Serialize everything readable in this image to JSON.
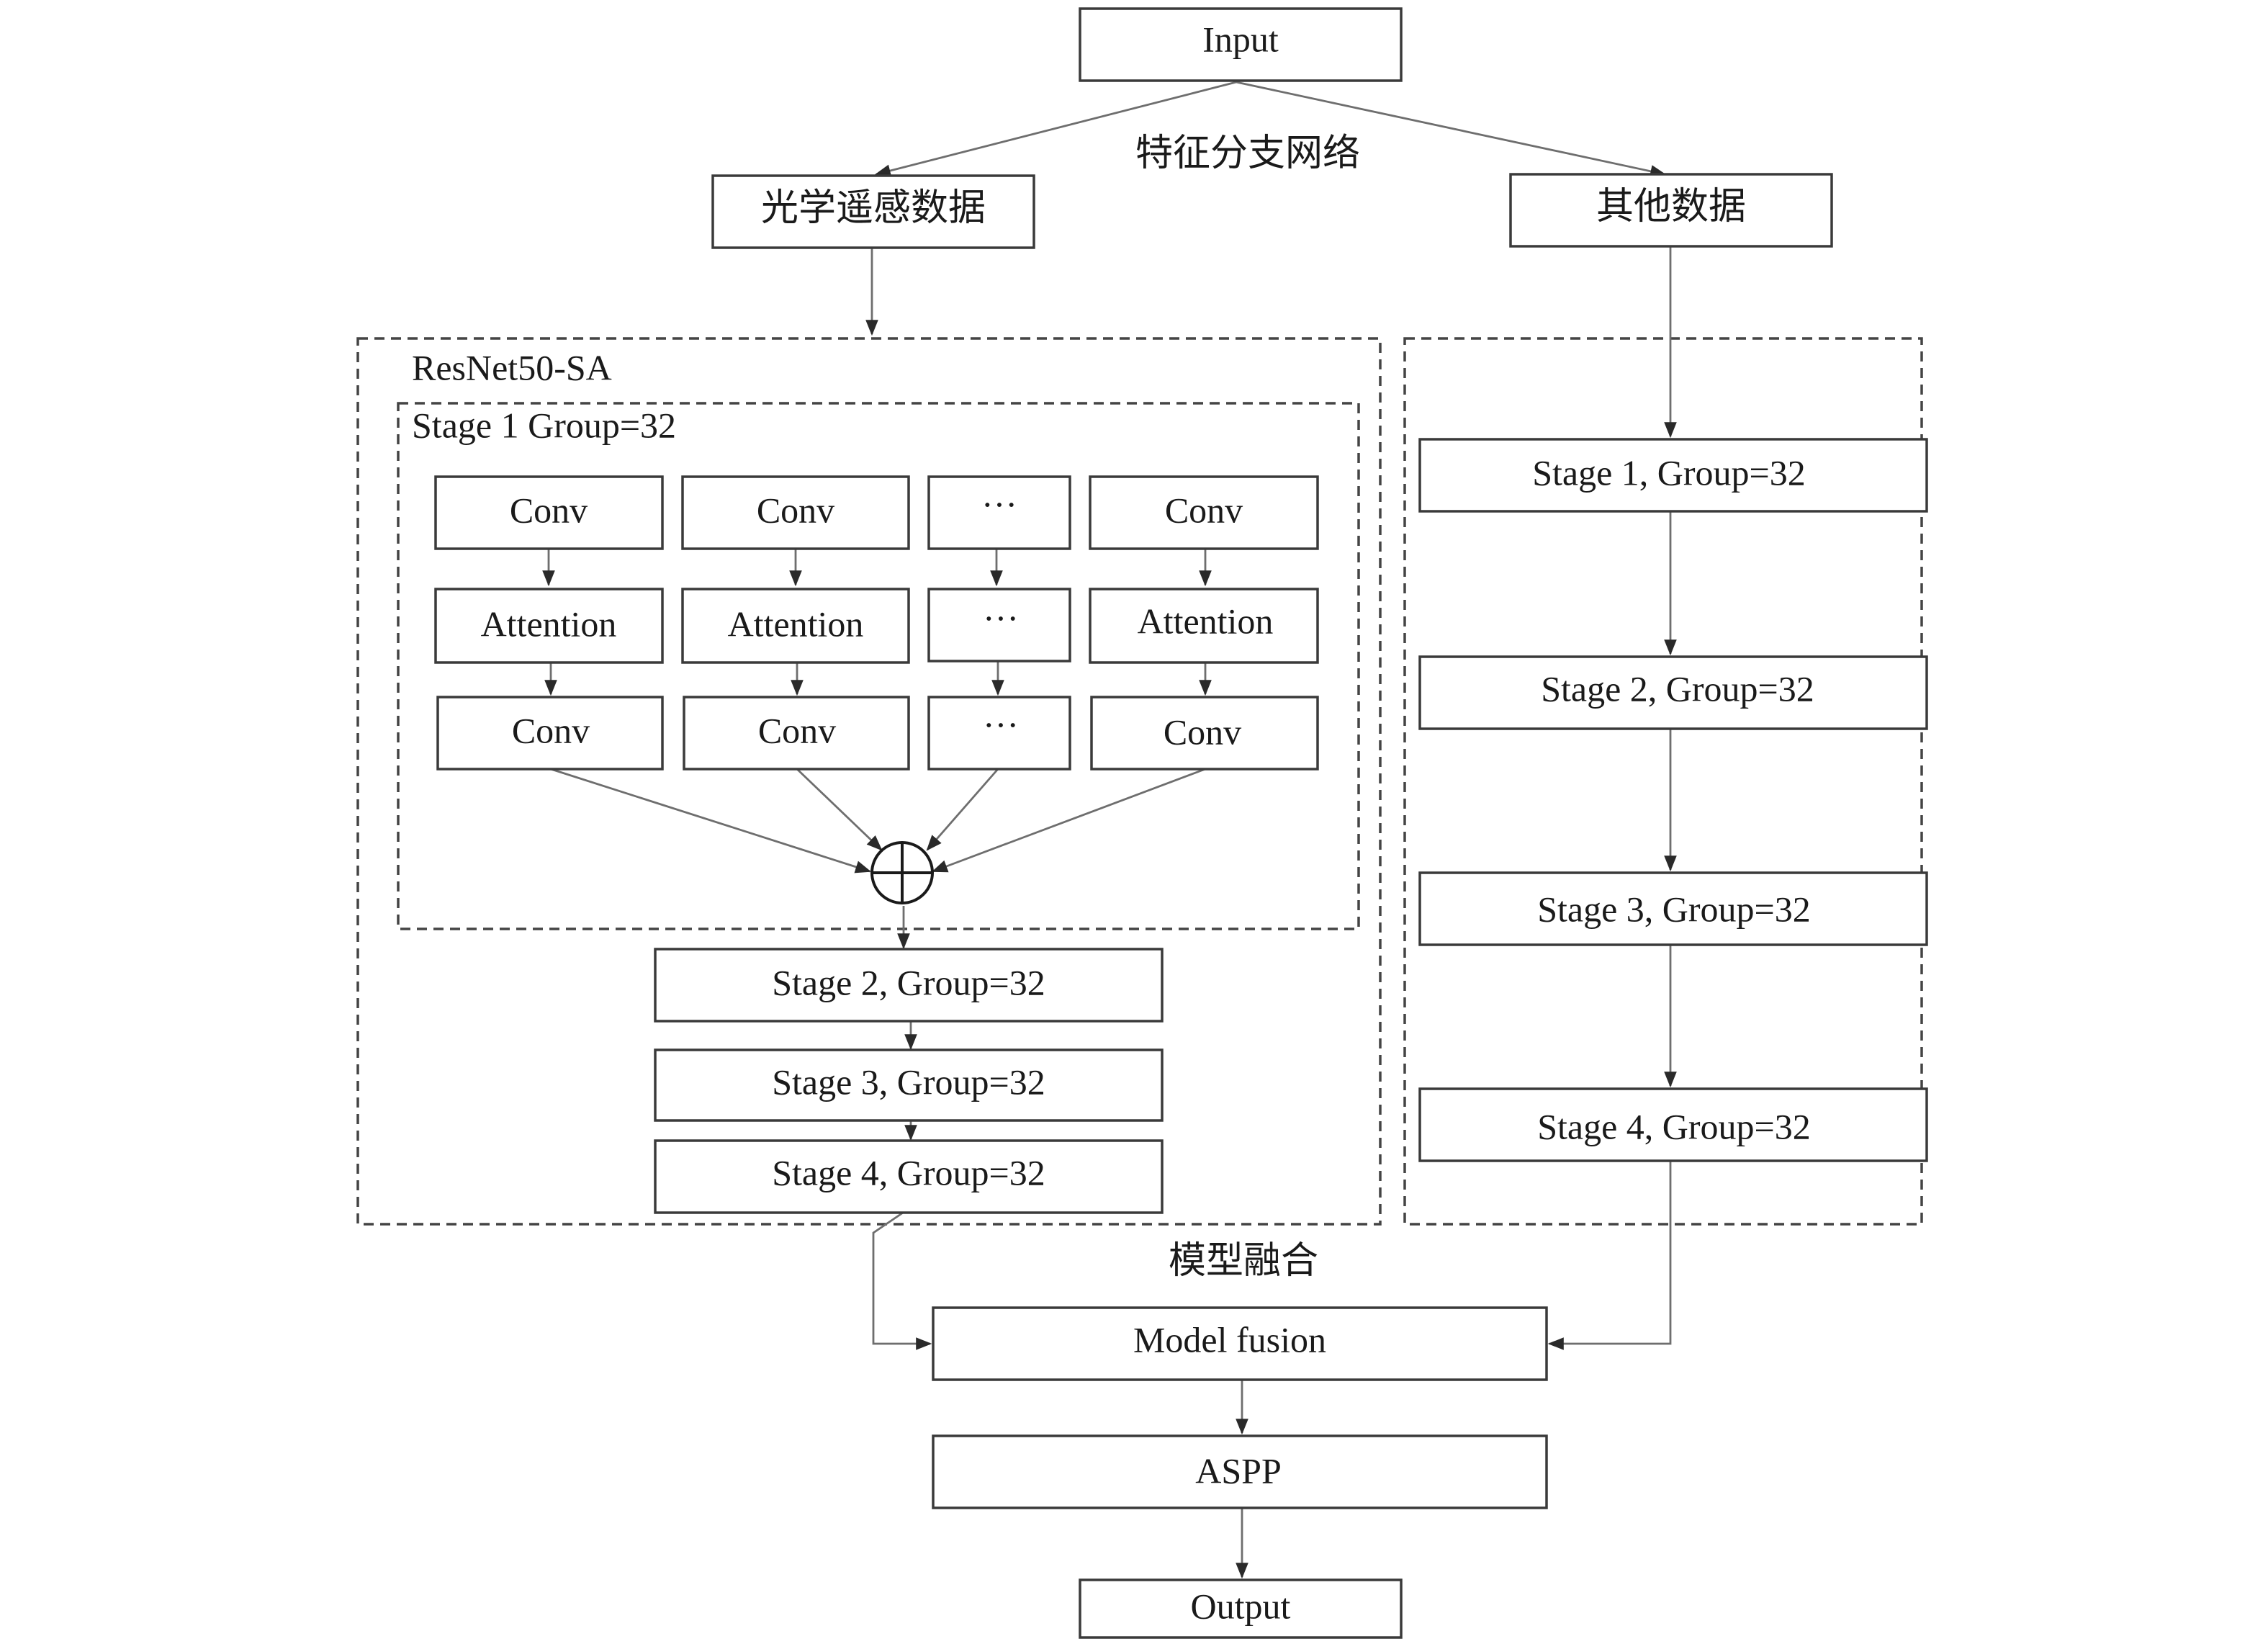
{
  "nodes": {
    "input": "Input",
    "optical": "光学遥感数据",
    "other": "其他数据",
    "b1_conv1": "Conv",
    "b2_conv1": "Conv",
    "b3_conv1": "···",
    "b4_conv1": "Conv",
    "b1_att": "Attention",
    "b2_att": "Attention",
    "b3_att": "···",
    "b4_att": "Attention",
    "b1_conv2": "Conv",
    "b2_conv2": "Conv",
    "b3_conv2": "···",
    "b4_conv2": "Conv",
    "l_stage2": "Stage 2, Group=32",
    "l_stage3": "Stage 3, Group=32",
    "l_stage4": "Stage 4, Group=32",
    "r_stage1": "Stage 1, Group=32",
    "r_stage2": "Stage 2, Group=32",
    "r_stage3": "Stage 3, Group=32",
    "r_stage4": "Stage 4, Group=32",
    "fusion": "Model fusion",
    "aspp": "ASPP",
    "output": "Output"
  },
  "captions": {
    "feature_branch": "特征分支网络",
    "resnet": "ResNet50-SA",
    "stage1_group": "Stage 1 Group=32",
    "model_fusion": "模型融合"
  },
  "edges": [
    {
      "from": "input",
      "to": "optical"
    },
    {
      "from": "input",
      "to": "other"
    },
    {
      "from": "optical",
      "to": "resnet50-sa"
    },
    {
      "from": "other",
      "to": "r_stage1"
    },
    {
      "from": "b1_conv1",
      "to": "b1_att"
    },
    {
      "from": "b2_conv1",
      "to": "b2_att"
    },
    {
      "from": "b3_conv1",
      "to": "b3_att"
    },
    {
      "from": "b4_conv1",
      "to": "b4_att"
    },
    {
      "from": "b1_att",
      "to": "b1_conv2"
    },
    {
      "from": "b2_att",
      "to": "b2_conv2"
    },
    {
      "from": "b3_att",
      "to": "b3_conv2"
    },
    {
      "from": "b4_att",
      "to": "b4_conv2"
    },
    {
      "from": "b1_conv2",
      "to": "sum"
    },
    {
      "from": "b2_conv2",
      "to": "sum"
    },
    {
      "from": "b3_conv2",
      "to": "sum"
    },
    {
      "from": "b4_conv2",
      "to": "sum"
    },
    {
      "from": "sum",
      "to": "l_stage2"
    },
    {
      "from": "l_stage2",
      "to": "l_stage3"
    },
    {
      "from": "l_stage3",
      "to": "l_stage4"
    },
    {
      "from": "r_stage1",
      "to": "r_stage2"
    },
    {
      "from": "r_stage2",
      "to": "r_stage3"
    },
    {
      "from": "r_stage3",
      "to": "r_stage4"
    },
    {
      "from": "l_stage4",
      "to": "fusion"
    },
    {
      "from": "r_stage4",
      "to": "fusion"
    },
    {
      "from": "fusion",
      "to": "aspp"
    },
    {
      "from": "aspp",
      "to": "output"
    }
  ],
  "colors": {
    "box_stroke": "#3a3a3a",
    "edge": "#6e6e6e",
    "text": "#1a1a1a"
  }
}
